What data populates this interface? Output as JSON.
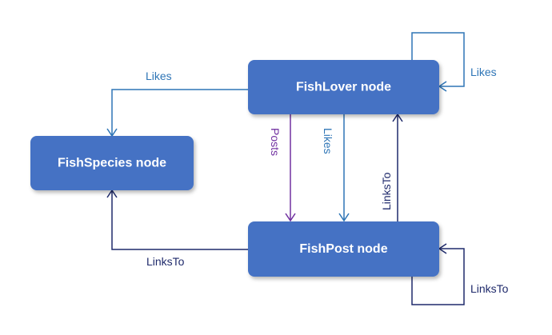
{
  "colors": {
    "node_fill": "#4472C4",
    "likes_edge": "#2E75B6",
    "posts_edge": "#7030A0",
    "linksto_edge": "#1F2A6B"
  },
  "nodes": {
    "fishlover": {
      "label": "FishLover node"
    },
    "fishspecies": {
      "label": "FishSpecies node"
    },
    "fishpost": {
      "label": "FishPost node"
    }
  },
  "edges": {
    "lover_likes_species": {
      "label": "Likes",
      "from": "FishLover node",
      "to": "FishSpecies node"
    },
    "lover_likes_self": {
      "label": "Likes",
      "from": "FishLover node",
      "to": "FishLover node"
    },
    "lover_posts_post": {
      "label": "Posts",
      "from": "FishLover node",
      "to": "FishPost node"
    },
    "lover_likes_post": {
      "label": "Likes",
      "from": "FishLover node",
      "to": "FishPost node"
    },
    "post_linksto_lover": {
      "label": "LinksTo",
      "from": "FishPost node",
      "to": "FishLover node"
    },
    "post_linksto_species": {
      "label": "LinksTo",
      "from": "FishPost node",
      "to": "FishSpecies node"
    },
    "post_linksto_self": {
      "label": "LinksTo",
      "from": "FishPost node",
      "to": "FishPost node"
    }
  }
}
